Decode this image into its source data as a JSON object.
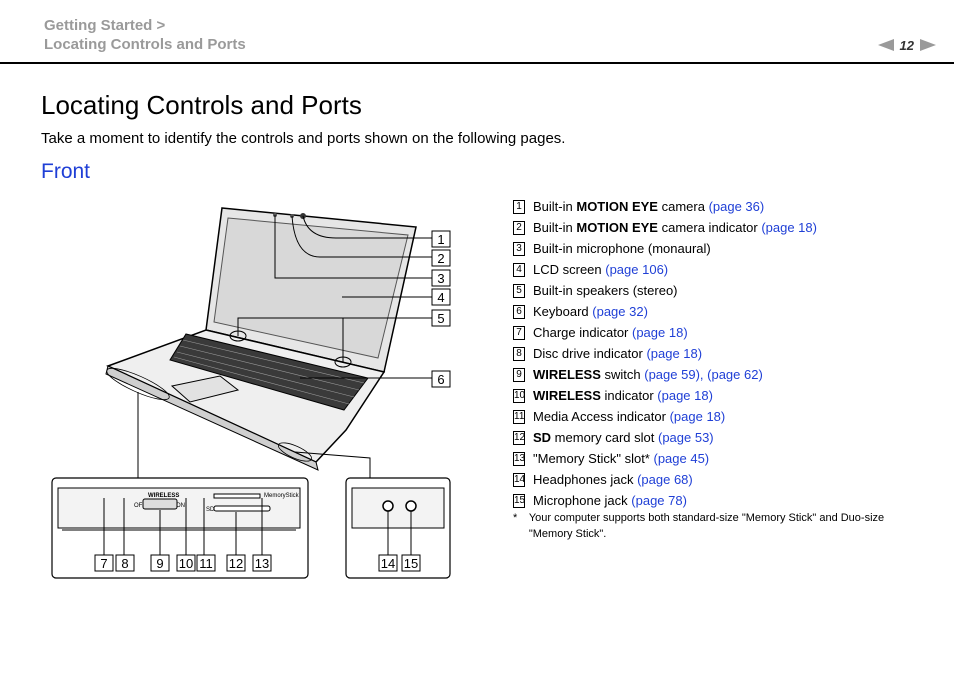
{
  "breadcrumb": {
    "line1": "Getting Started >",
    "line2": "Locating Controls and Ports"
  },
  "page_number": "12",
  "title": "Locating Controls and Ports",
  "intro": "Take a moment to identify the controls and ports shown on the following pages.",
  "section": "Front",
  "items": [
    {
      "n": "1",
      "a": "Built-in ",
      "b": "MOTION EYE",
      "c": " camera ",
      "links": [
        "(page 36)"
      ]
    },
    {
      "n": "2",
      "a": "Built-in ",
      "b": "MOTION EYE",
      "c": " camera indicator ",
      "links": [
        "(page 18)"
      ]
    },
    {
      "n": "3",
      "a": "Built-in microphone (monaural)",
      "b": "",
      "c": "",
      "links": []
    },
    {
      "n": "4",
      "a": "LCD screen ",
      "b": "",
      "c": "",
      "links": [
        "(page 106)"
      ]
    },
    {
      "n": "5",
      "a": "Built-in speakers (stereo)",
      "b": "",
      "c": "",
      "links": []
    },
    {
      "n": "6",
      "a": "Keyboard ",
      "b": "",
      "c": "",
      "links": [
        "(page 32)"
      ]
    },
    {
      "n": "7",
      "a": "Charge indicator ",
      "b": "",
      "c": "",
      "links": [
        "(page 18)"
      ]
    },
    {
      "n": "8",
      "a": "Disc drive indicator ",
      "b": "",
      "c": "",
      "links": [
        "(page 18)"
      ]
    },
    {
      "n": "9",
      "a": "",
      "b": "WIRELESS",
      "c": " switch ",
      "links": [
        "(page 59)",
        ", ",
        "(page 62)"
      ]
    },
    {
      "n": "10",
      "a": "",
      "b": "WIRELESS",
      "c": " indicator ",
      "links": [
        "(page 18)"
      ]
    },
    {
      "n": "11",
      "a": "Media Access indicator ",
      "b": "",
      "c": "",
      "links": [
        "(page 18)"
      ]
    },
    {
      "n": "12",
      "a": "",
      "b": "SD",
      "c": " memory card slot ",
      "links": [
        "(page 53)"
      ]
    },
    {
      "n": "13",
      "a": "\"Memory Stick\" slot* ",
      "b": "",
      "c": "",
      "links": [
        "(page 45)"
      ]
    },
    {
      "n": "14",
      "a": "Headphones jack ",
      "b": "",
      "c": "",
      "links": [
        "(page 68)"
      ]
    },
    {
      "n": "15",
      "a": "Microphone jack ",
      "b": "",
      "c": "",
      "links": [
        "(page 78)"
      ]
    }
  ],
  "footnote": {
    "mark": "*",
    "text": "Your computer supports both standard-size \"Memory Stick\" and Duo-size \"Memory Stick\"."
  },
  "figure": {
    "callouts_right": [
      "1",
      "2",
      "3",
      "4",
      "5",
      "6"
    ],
    "callouts_bottom_left": [
      "7",
      "8",
      "9",
      "10",
      "11",
      "12",
      "13"
    ],
    "callouts_bottom_right": [
      "14",
      "15"
    ],
    "panel_labels": {
      "wireless": "WIRELESS",
      "off": "OFF",
      "on": "ON",
      "sd": "SD",
      "ms": "MemoryStick"
    }
  },
  "colors": {
    "link": "#1f3fd6",
    "crumb": "#9a9a9a"
  }
}
